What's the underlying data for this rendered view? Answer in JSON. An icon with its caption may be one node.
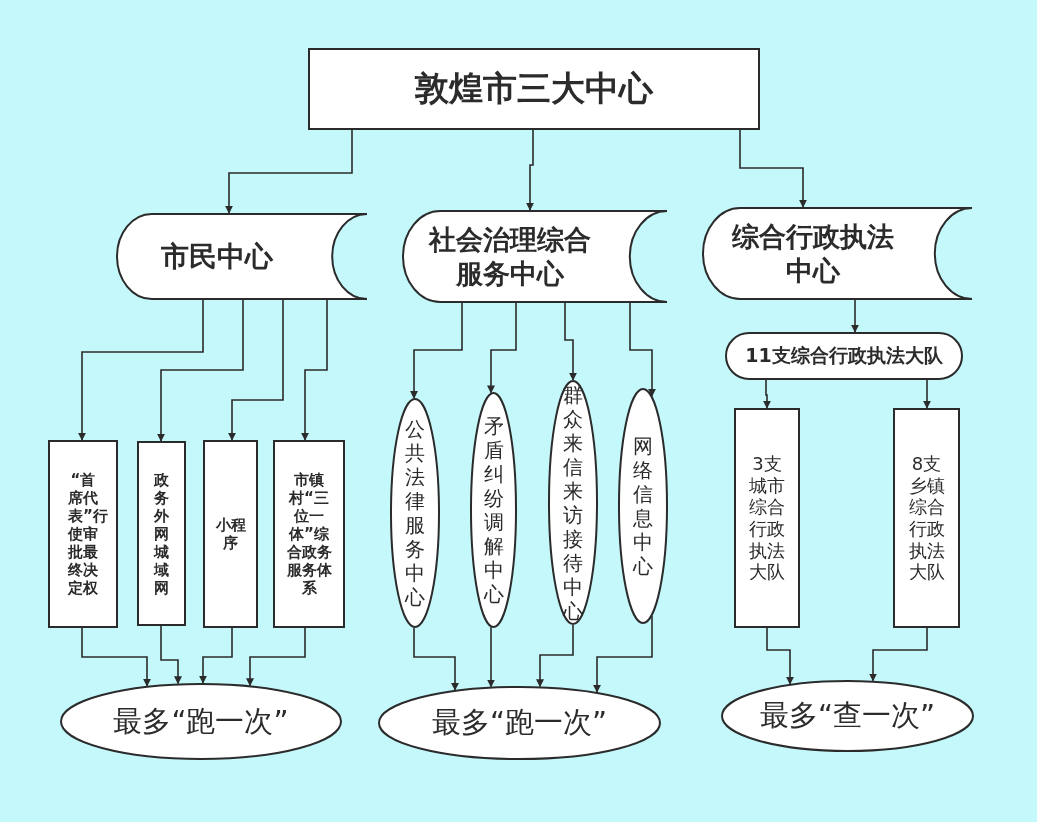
{
  "diagram": {
    "nodes": [
      {
        "text": [
          "敦煌市三大中心"
        ]
      },
      {
        "text": [
          "市民中心"
        ]
      },
      {
        "text": [
          "社会治理综合服务中心"
        ]
      },
      {
        "text": [
          "综合行政执法中心"
        ]
      },
      {
        "text": [
          "“首席代表”行使审批最终决定权"
        ]
      },
      {
        "text": [
          "政务外网城域网"
        ]
      },
      {
        "text": [
          "小程序"
        ]
      },
      {
        "text": [
          "市镇村“三位一体”综合政务服务体系"
        ]
      },
      {
        "text": [
          "公共法律服务中心"
        ]
      },
      {
        "text": [
          "矛盾纠纷调解中心"
        ]
      },
      {
        "text": [
          "群众来信来访接待中心"
        ]
      },
      {
        "text": [
          "网络信息中心"
        ]
      },
      {
        "text": [
          "11支综合行政执法大队"
        ]
      },
      {
        "text": [
          "3支城市综合行政执法大队"
        ]
      },
      {
        "text": [
          "8支乡镇综合行政执法大队"
        ]
      },
      {
        "text": [
          "最多“跑一次”"
        ]
      },
      {
        "text": [
          "最多“跑一次”"
        ]
      },
      {
        "text": [
          "最多“查一次”"
        ]
      }
    ],
    "edges": [
      {
        "from": 0,
        "to": 1,
        "arrow": "to"
      },
      {
        "from": 0,
        "to": 2,
        "arrow": "to"
      },
      {
        "from": 0,
        "to": 3,
        "arrow": "to"
      },
      {
        "from": 1,
        "to": 4,
        "arrow": "to"
      },
      {
        "from": 1,
        "to": 5,
        "arrow": "to"
      },
      {
        "from": 1,
        "to": 6,
        "arrow": "to"
      },
      {
        "from": 1,
        "to": 7,
        "arrow": "to"
      },
      {
        "from": 2,
        "to": 8,
        "arrow": "to"
      },
      {
        "from": 2,
        "to": 9,
        "arrow": "to"
      },
      {
        "from": 2,
        "to": 10,
        "arrow": "to"
      },
      {
        "from": 2,
        "to": 11,
        "arrow": "to"
      },
      {
        "from": 3,
        "to": 12,
        "arrow": "to"
      },
      {
        "from": 12,
        "to": 13,
        "arrow": "to"
      },
      {
        "from": 12,
        "to": 14,
        "arrow": "to"
      },
      {
        "from": 4,
        "to": 15,
        "arrow": "to"
      },
      {
        "from": 5,
        "to": 15,
        "arrow": "to"
      },
      {
        "from": 6,
        "to": 15,
        "arrow": "to"
      },
      {
        "from": 7,
        "to": 15,
        "arrow": "to"
      },
      {
        "from": 8,
        "to": 16,
        "arrow": "to"
      },
      {
        "from": 9,
        "to": 16,
        "arrow": "to"
      },
      {
        "from": 10,
        "to": 16,
        "arrow": "to"
      },
      {
        "from": 11,
        "to": 16,
        "arrow": "to"
      },
      {
        "from": 13,
        "to": 17,
        "arrow": "to"
      },
      {
        "from": 14,
        "to": 17,
        "arrow": "to"
      }
    ]
  }
}
